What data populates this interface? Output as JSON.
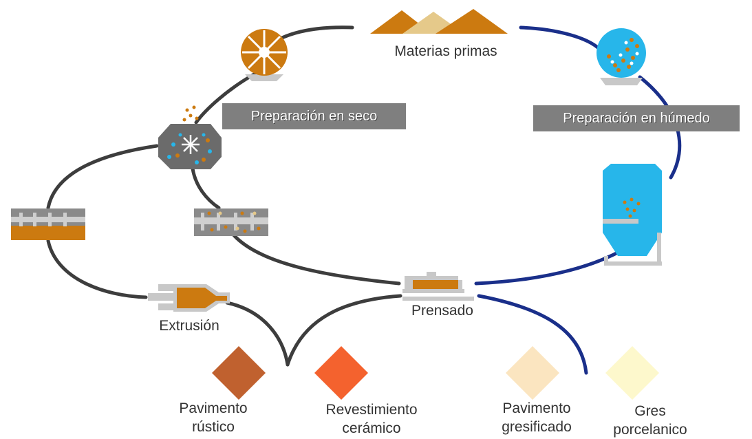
{
  "nodes": {
    "raw_materials": "Materias primas",
    "dry_prep": "Preparación en seco",
    "wet_prep": "Preparación en húmedo",
    "pressing": "Prensado",
    "extrusion": "Extrusión"
  },
  "products": [
    {
      "line1": "Pavimento",
      "line2": "rústico",
      "color": "#c0612f"
    },
    {
      "line1": "Revestimiento",
      "line2": "cerámico",
      "color": "#f4622e"
    },
    {
      "line1": "Pavimento",
      "line2": "gresificado",
      "color": "#fbe5c0"
    },
    {
      "line1": "Gres",
      "line2": "porcelanico",
      "color": "#fdf8cc"
    }
  ],
  "colors": {
    "dry_route": "#3d3d3d",
    "wet_route": "#1a2f8a",
    "clay": "#cc7a10",
    "sand": "#e5c98a",
    "water": "#27b6ea",
    "machine_gray": "#8a8a8a",
    "base_gray": "#c8c8c8"
  }
}
